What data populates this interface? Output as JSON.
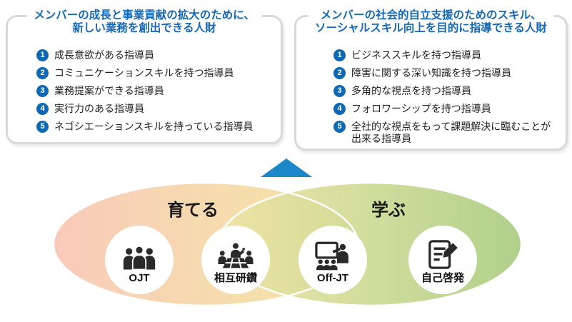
{
  "boxes": [
    {
      "title_line1": "メンバーの成長と事業貢献の拡大のために、",
      "title_line2": "新しい業務を創出できる人財",
      "items": [
        {
          "num": "1",
          "text": "成長意欲がある指導員"
        },
        {
          "num": "2",
          "text": "コミュニケーションスキルを持つ指導員"
        },
        {
          "num": "3",
          "text": "業務提案ができる指導員"
        },
        {
          "num": "4",
          "text": "実行力のある指導員"
        },
        {
          "num": "5",
          "text": "ネゴシエーションスキルを持っている指導員"
        }
      ]
    },
    {
      "title_line1": "メンバーの社会的自立支援のためのスキル、",
      "title_line2": "ソーシャルスキル向上を目的に指導できる人財",
      "items": [
        {
          "num": "1",
          "text": "ビジネススキルを持つ指導員"
        },
        {
          "num": "2",
          "text": "障害に関する深い知識を持つ指導員"
        },
        {
          "num": "3",
          "text": "多角的な視点を持つ指導員"
        },
        {
          "num": "4",
          "text": "フォロワーシップを持つ指導員"
        },
        {
          "num": "5",
          "text": "全社的な視点をもって課題解決に臨むことが\n出来る指導員"
        }
      ]
    }
  ],
  "venn": {
    "left_label": "育てる",
    "right_label": "学ぶ",
    "methods": [
      {
        "label": "OJT",
        "icon": "people-group-icon"
      },
      {
        "label": "相互研鑽",
        "icon": "meeting-icon"
      },
      {
        "label": "Off-JT",
        "icon": "presentation-icon"
      },
      {
        "label": "自己啓発",
        "icon": "self-study-icon"
      }
    ]
  },
  "colors": {
    "title_blue": "#1568B8",
    "badge_blue": "#0E68B2",
    "arrow_blue": "#1C87C8",
    "ellipse_pink": "#F9CABA",
    "ellipse_yellow": "#F0E2A2",
    "ellipse_green": "#A9CC80",
    "border_gray": "#D9D9D9"
  }
}
